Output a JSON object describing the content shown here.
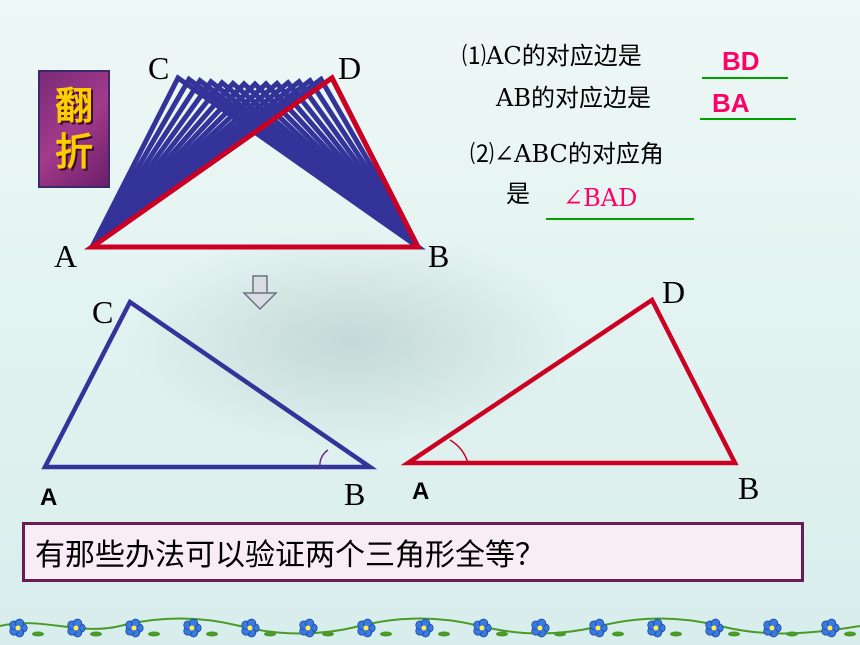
{
  "badge": {
    "char1": "翻",
    "char2": "折"
  },
  "top_figure": {
    "label_c": "C",
    "label_d": "D",
    "label_a": "A",
    "label_b": "B"
  },
  "questions": {
    "q1_line1": "⑴AC的对应边是",
    "q1_answer1": "BD",
    "q1_line2": "AB的对应边是",
    "q1_answer2": "BA",
    "q2_line1": "⑵∠ABC的对应角",
    "q2_line2": "是",
    "q2_answer": "∠BAD"
  },
  "left_triangle": {
    "label_c": "C",
    "label_a": "A",
    "label_b": "B"
  },
  "right_triangle": {
    "label_d": "D",
    "label_a": "A",
    "label_b": "B"
  },
  "bottom_question": "有那些办法可以验证两个三角形全等？",
  "colors": {
    "blue_triangle": "#33339a",
    "red_triangle": "#cc0022",
    "answer_pink": "#ff0066",
    "underline_green": "#00a000",
    "box_border": "#6b1a52"
  }
}
